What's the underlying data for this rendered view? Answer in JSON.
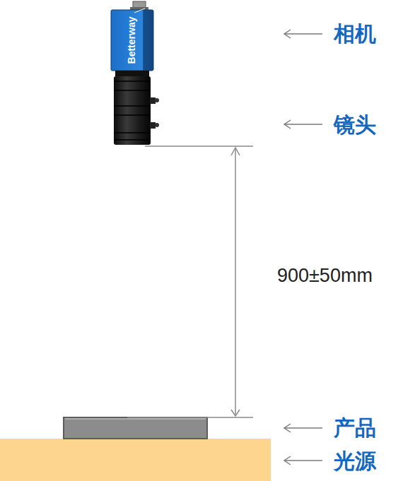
{
  "diagram": {
    "labels": [
      "相机",
      "镜头",
      "产品",
      "光源",
      "900±50mm",
      "Betterway"
    ]
  }
}
